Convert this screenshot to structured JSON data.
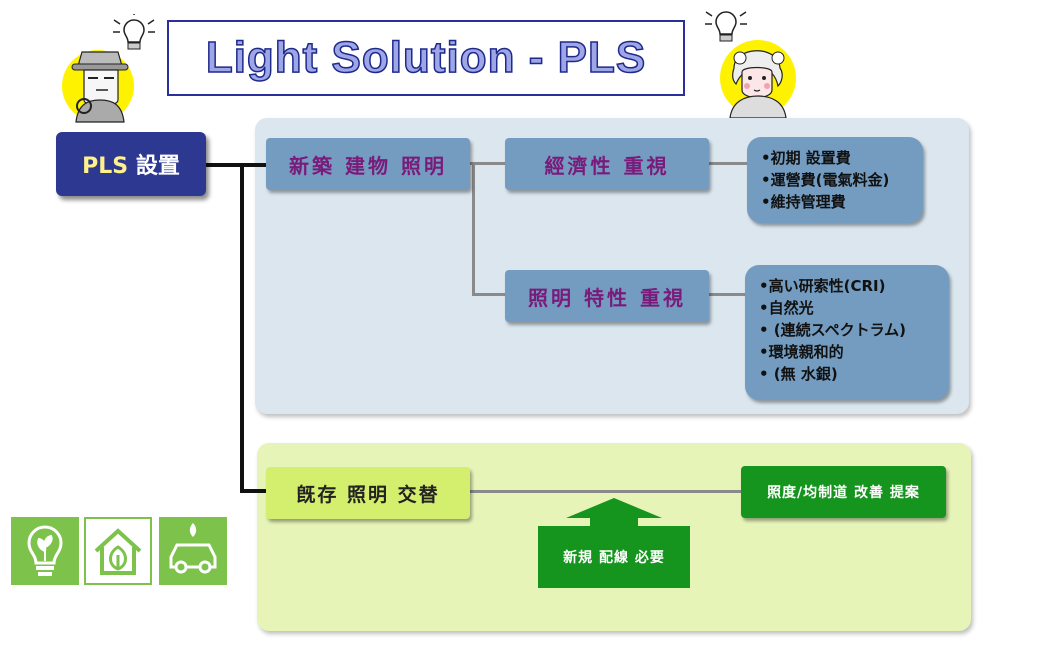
{
  "title": "Light Solution - PLS",
  "root": {
    "label": "設置",
    "prefix": "PLS"
  },
  "branches": {
    "new_building": {
      "label": "新築 建物 照明",
      "economy": {
        "label": "經濟性 重視",
        "items": [
          "•初期 設置費",
          "•運營費(電氣料金)",
          "•維持管理費"
        ]
      },
      "lighting": {
        "label": "照明 特性 重視",
        "items": [
          "•高い研索性(CRI)",
          "•自然光",
          "• (連続スペクトラム)",
          "•環境親和的",
          "•  (無 水銀)"
        ]
      }
    },
    "existing": {
      "label": "旣存 照明 交替",
      "proposal": "照度/均制道 改善 提案",
      "wiring": "新規 配線 必要"
    }
  },
  "icons": [
    "light-bulb-leaf-icon",
    "eco-house-icon",
    "eco-car-icon"
  ],
  "colors": {
    "root": "#2d3991",
    "blue_panel": "#dbe6ef",
    "blue_node": "#739cc0",
    "green_panel": "#e6f4b8",
    "green_node": "#d4ee6e",
    "dark_green": "#15941e",
    "purple_text": "#7a1a7a"
  }
}
